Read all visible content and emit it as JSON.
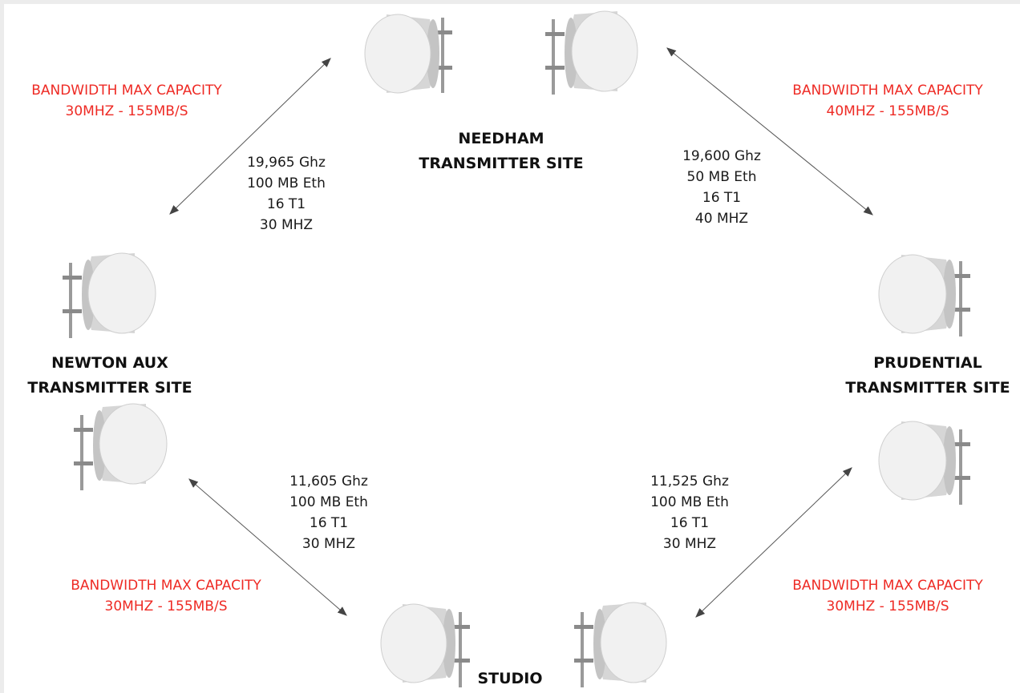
{
  "sites": {
    "needham": {
      "line1": "NEEDHAM",
      "line2": "TRANSMITTER SITE"
    },
    "newton": {
      "line1": "NEWTON AUX",
      "line2": "TRANSMITTER SITE"
    },
    "prudential": {
      "line1": "PRUDENTIAL",
      "line2": "TRANSMITTER SITE"
    },
    "studio": {
      "line1": "STUDIO"
    }
  },
  "links": {
    "newton_needham": {
      "freq": "19,965 Ghz",
      "eth": "100 MB Eth",
      "t1": "16 T1",
      "mhz": "30 MHZ"
    },
    "needham_prudential": {
      "freq": "19,600 Ghz",
      "eth": "50 MB Eth",
      "t1": "16 T1",
      "mhz": "40 MHZ"
    },
    "newton_studio": {
      "freq": "11,605 Ghz",
      "eth": "100 MB Eth",
      "t1": "16 T1",
      "mhz": "30 MHZ"
    },
    "prudential_studio": {
      "freq": "11,525 Ghz",
      "eth": "100 MB Eth",
      "t1": "16 T1",
      "mhz": "30 MHZ"
    }
  },
  "capacity": {
    "top_left": {
      "line1": "BANDWIDTH MAX CAPACITY",
      "line2": "30MHZ - 155MB/S"
    },
    "top_right": {
      "line1": "BANDWIDTH MAX CAPACITY",
      "line2": "40MHZ - 155MB/S"
    },
    "bottom_left": {
      "line1": "BANDWIDTH MAX CAPACITY",
      "line2": "30MHZ - 155MB/S"
    },
    "bottom_right": {
      "line1": "BANDWIDTH MAX CAPACITY",
      "line2": "30MHZ - 155MB/S"
    }
  },
  "colors": {
    "capacity_text": "#ee2a24",
    "arrow": "#444444",
    "background": "#ececec"
  },
  "icons": {
    "dish": "microwave-dish-antenna-icon"
  }
}
